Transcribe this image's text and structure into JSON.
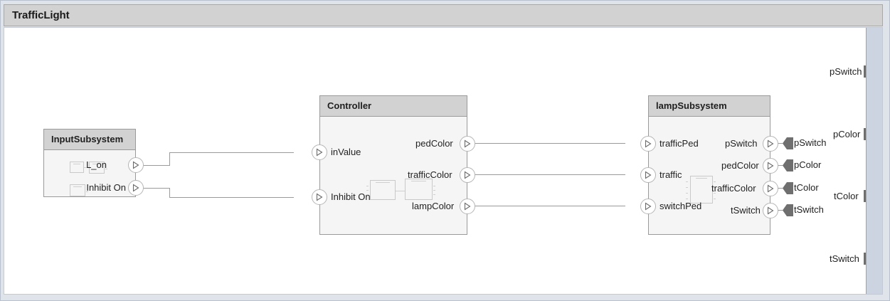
{
  "window": {
    "title": "TrafficLight"
  },
  "blocks": {
    "input_subsystem": {
      "title": "InputSubsystem",
      "outputs": [
        {
          "label": "L_on"
        },
        {
          "label": "Inhibit On"
        }
      ]
    },
    "controller": {
      "title": "Controller",
      "inputs": [
        {
          "label": "inValue"
        },
        {
          "label": "Inhibit On"
        }
      ],
      "outputs": [
        {
          "label": "pedColor"
        },
        {
          "label": "trafficColor"
        },
        {
          "label": "lampColor"
        }
      ]
    },
    "lamp_subsystem": {
      "title": "lampSubsystem",
      "inputs": [
        {
          "label": "trafficPed"
        },
        {
          "label": "traffic"
        },
        {
          "label": "switchPed"
        }
      ],
      "outputs": [
        {
          "label": "pSwitch"
        },
        {
          "label": "pedColor"
        },
        {
          "label": "trafficColor"
        },
        {
          "label": "tSwitch"
        }
      ]
    }
  },
  "goto_tags": [
    {
      "label": "pSwitch"
    },
    {
      "label": "pColor"
    },
    {
      "label": "tColor"
    },
    {
      "label": "tSwitch"
    }
  ],
  "root_outports": [
    {
      "label": "pSwitch"
    },
    {
      "label": "pColor"
    },
    {
      "label": "tColor"
    },
    {
      "label": "tSwitch"
    }
  ],
  "icons": {
    "port_arrow": "triangle-right-icon",
    "goto_tag": "goto-tag-icon",
    "from_tag": "from-tag-icon"
  },
  "colors": {
    "canvas": "#ffffff",
    "frame": "#dfe3ea",
    "header_band": "#d2d2d2",
    "block_body": "#f5f5f5",
    "block_border": "#9a9a9a",
    "wire": "#9a9a9a",
    "tag_fill": "#6f6f6f",
    "edge_strip": "#ccd4e2"
  }
}
